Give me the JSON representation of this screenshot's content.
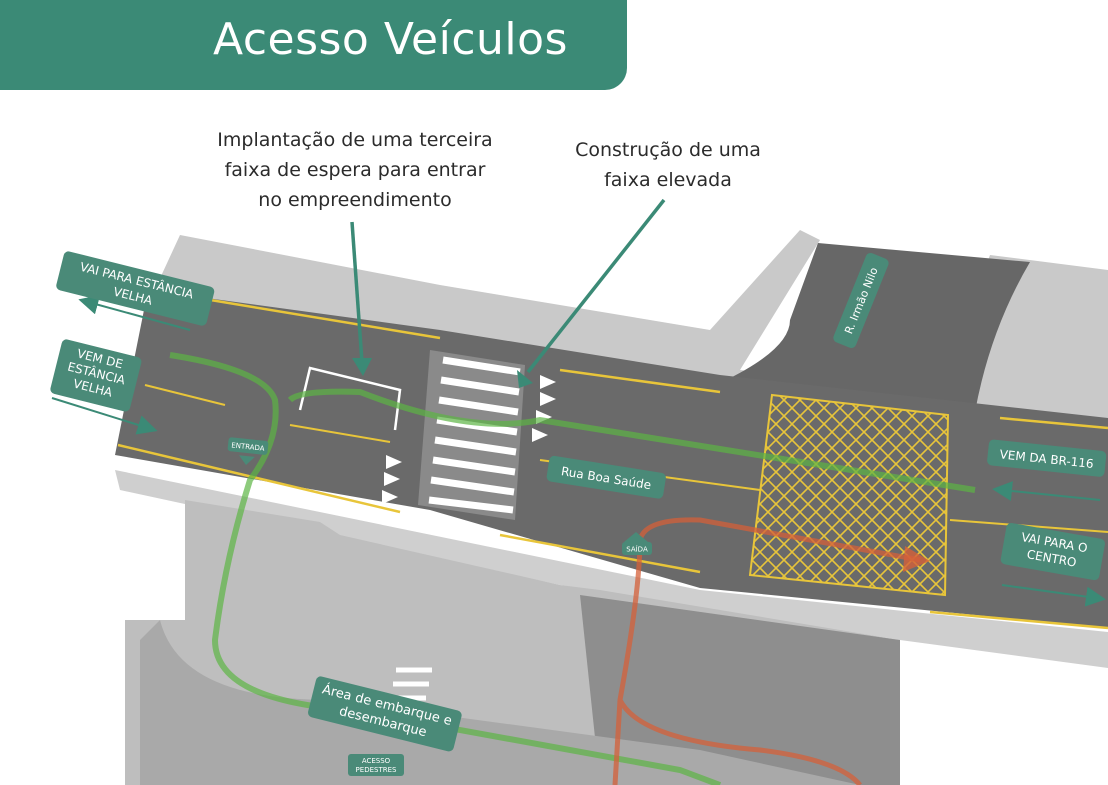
{
  "title": "Acesso Veículos",
  "annotations": {
    "third_lane": [
      "Implantação de uma terceira",
      "faixa de espera para entrar",
      "no empreendimento"
    ],
    "raised_crossing": [
      "Construção de uma",
      "faixa elevada"
    ]
  },
  "labels": {
    "vai_estancia": [
      "VAI PARA ESTÂNCIA",
      "VELHA"
    ],
    "vem_estancia": [
      "VEM DE",
      "ESTÂNCIA",
      "VELHA"
    ],
    "vem_br": "VEM DA BR-116",
    "vai_centro": [
      "VAI PARA O",
      "CENTRO"
    ],
    "entrada": "ENTRADA",
    "saida": "SAÍDA",
    "acesso_pedestres": [
      "ACESSO",
      "PEDESTRES"
    ],
    "area_embarque": [
      "Área de embarque e",
      "desembarque"
    ]
  },
  "streets": {
    "rua_boa_saude": "Rua Boa Saúde",
    "r_irmao_nilo": "R. Irmão Nilo"
  },
  "colors": {
    "brand": "#3b8a76",
    "tag": "#4a8a78",
    "road": "#6a6a6a",
    "sidewalk": "#c8c8c8",
    "entry_path": "#5db544",
    "exit_path": "#d4603a",
    "yellow_line": "#e8c53a"
  }
}
